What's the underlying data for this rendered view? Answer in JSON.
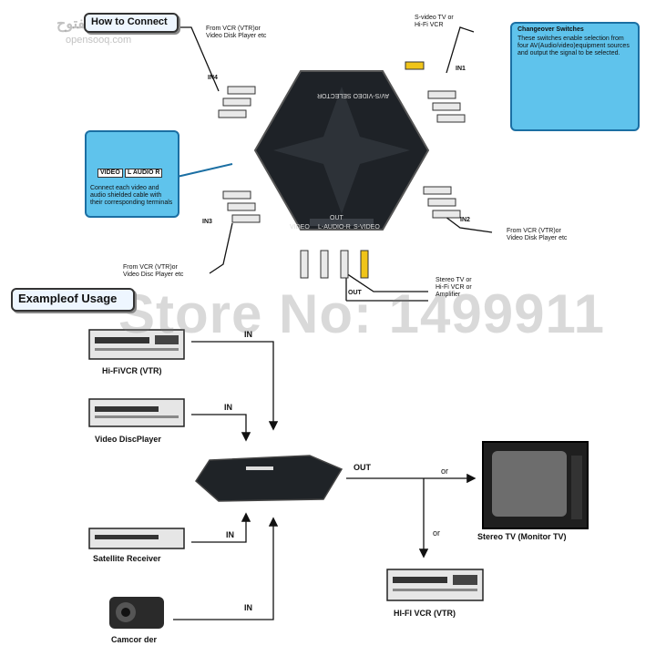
{
  "watermark": {
    "site_ar": "السوق المفتوح",
    "site_en": "opensooq.com",
    "store": "Store No: 1499911"
  },
  "top": {
    "how_to_connect": "How to Connect",
    "in1": "IN1",
    "in2": "IN2",
    "in3": "IN3",
    "in4": "IN4",
    "out": "OUT",
    "from_vcr_top": "From VCR (VTR)or\nVideo Disk Player etc",
    "from_vcr_in2": "From VCR (VTR)or\nVideo Disk Player etc",
    "from_vcr_in3": "From VCR (VTR)or\nVideo Disc Player etc",
    "svideo_tv": "S-video TV or\nHi-Fi VCR",
    "stereo_tv": "Stereo TV or\nHi-Fi VCR or\nAmplifier",
    "hub_labels": [
      "VIDEO",
      "L-AUDIO-R",
      "S-VIDEO"
    ],
    "hub_out": "OUT",
    "hub_top": "AV/S-VIDEO SELECTOR"
  },
  "av_callout": {
    "video": "VIDEO",
    "audio": "L AUDIO R",
    "text": "Connect each video and audio shielded cable with their corresponding terminals",
    "colors": {
      "video": "#e7d118",
      "audio_l": "#f2f2f2",
      "audio_r": "#d8262a"
    }
  },
  "changeover": {
    "title": "Changeover Switches",
    "text": "These switches enable selection from four AV(Audio/video)equipment sources and output the signal to be selected."
  },
  "usage": {
    "title": "Exampleof Usage",
    "devices": [
      "Hi-FiVCR (VTR)",
      "Video DiscPlayer",
      "Satellite Receiver",
      "Camcor der"
    ],
    "in_label": "IN",
    "out_label": "OUT",
    "or_label": "or",
    "outputs": [
      "Stereo TV (Monitor TV)",
      "HI-FI VCR (VTR)"
    ]
  }
}
